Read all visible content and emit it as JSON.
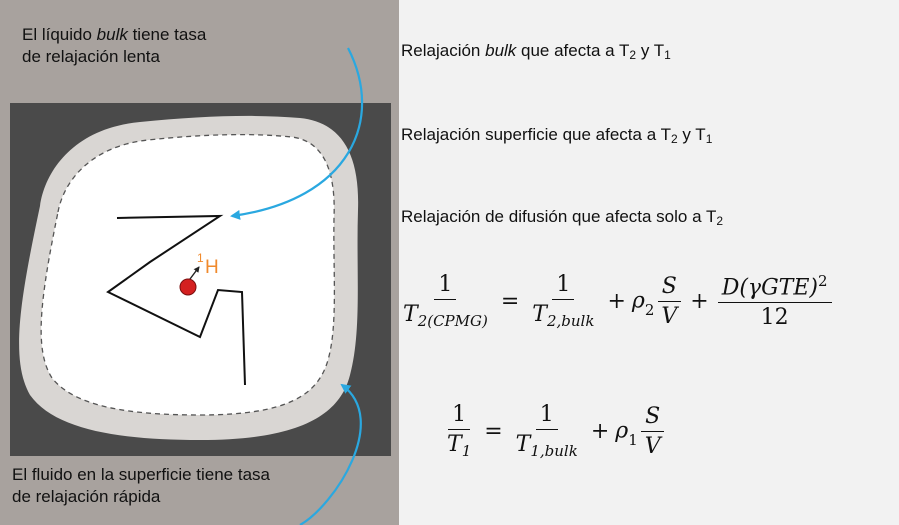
{
  "callouts": {
    "top": {
      "line1_a": "El líquido ",
      "line1_em": "bulk",
      "line1_b": " tiene tasa",
      "line2": "de relajación lenta"
    },
    "bottom": {
      "line1": "El fluido en la superficie tiene tasa",
      "line2": "de relajación rápida"
    }
  },
  "pore": {
    "nucleus_label": "H",
    "nucleus_mass": "1"
  },
  "labels": {
    "bulk": {
      "pre": "Relajación ",
      "em": "bulk",
      "mid": " que afecta a T",
      "sub1": "2",
      "and": " y T",
      "sub2": "1"
    },
    "surface": {
      "pre": "Relajación superficie que afecta a T",
      "sub1": "2",
      "and": " y T",
      "sub2": "1"
    },
    "diffusion": {
      "pre": "Relajación de difusión que afecta solo a T",
      "sub1": "2"
    }
  },
  "equation1": {
    "lhs_num": "1",
    "lhs_den": "T",
    "lhs_den_sub": "2(CPMG)",
    "eq": "=",
    "t1_num": "1",
    "t1_den": "T",
    "t1_den_sub": "2,bulk",
    "plus1": "+",
    "rho": "ρ",
    "rho_sub": "2",
    "sv_num": "S",
    "sv_den": "V",
    "plus2": "+",
    "diff_num": "D(γGTE)",
    "diff_exp": "2",
    "diff_den": "12"
  },
  "equation2": {
    "lhs_num": "1",
    "lhs_den": "T",
    "lhs_den_sub": "1",
    "eq": "=",
    "t1_num": "1",
    "t1_den": "T",
    "t1_den_sub": "1,bulk",
    "plus1": "+",
    "rho": "ρ",
    "rho_sub": "1",
    "sv_num": "S",
    "sv_den": "V"
  },
  "colors": {
    "arrow": "#2aa8e0",
    "nucleus": "#d42020",
    "nucleus_label": "#f08a2c",
    "grain": "#4a4a4a",
    "rim": "#d9d6d3"
  }
}
